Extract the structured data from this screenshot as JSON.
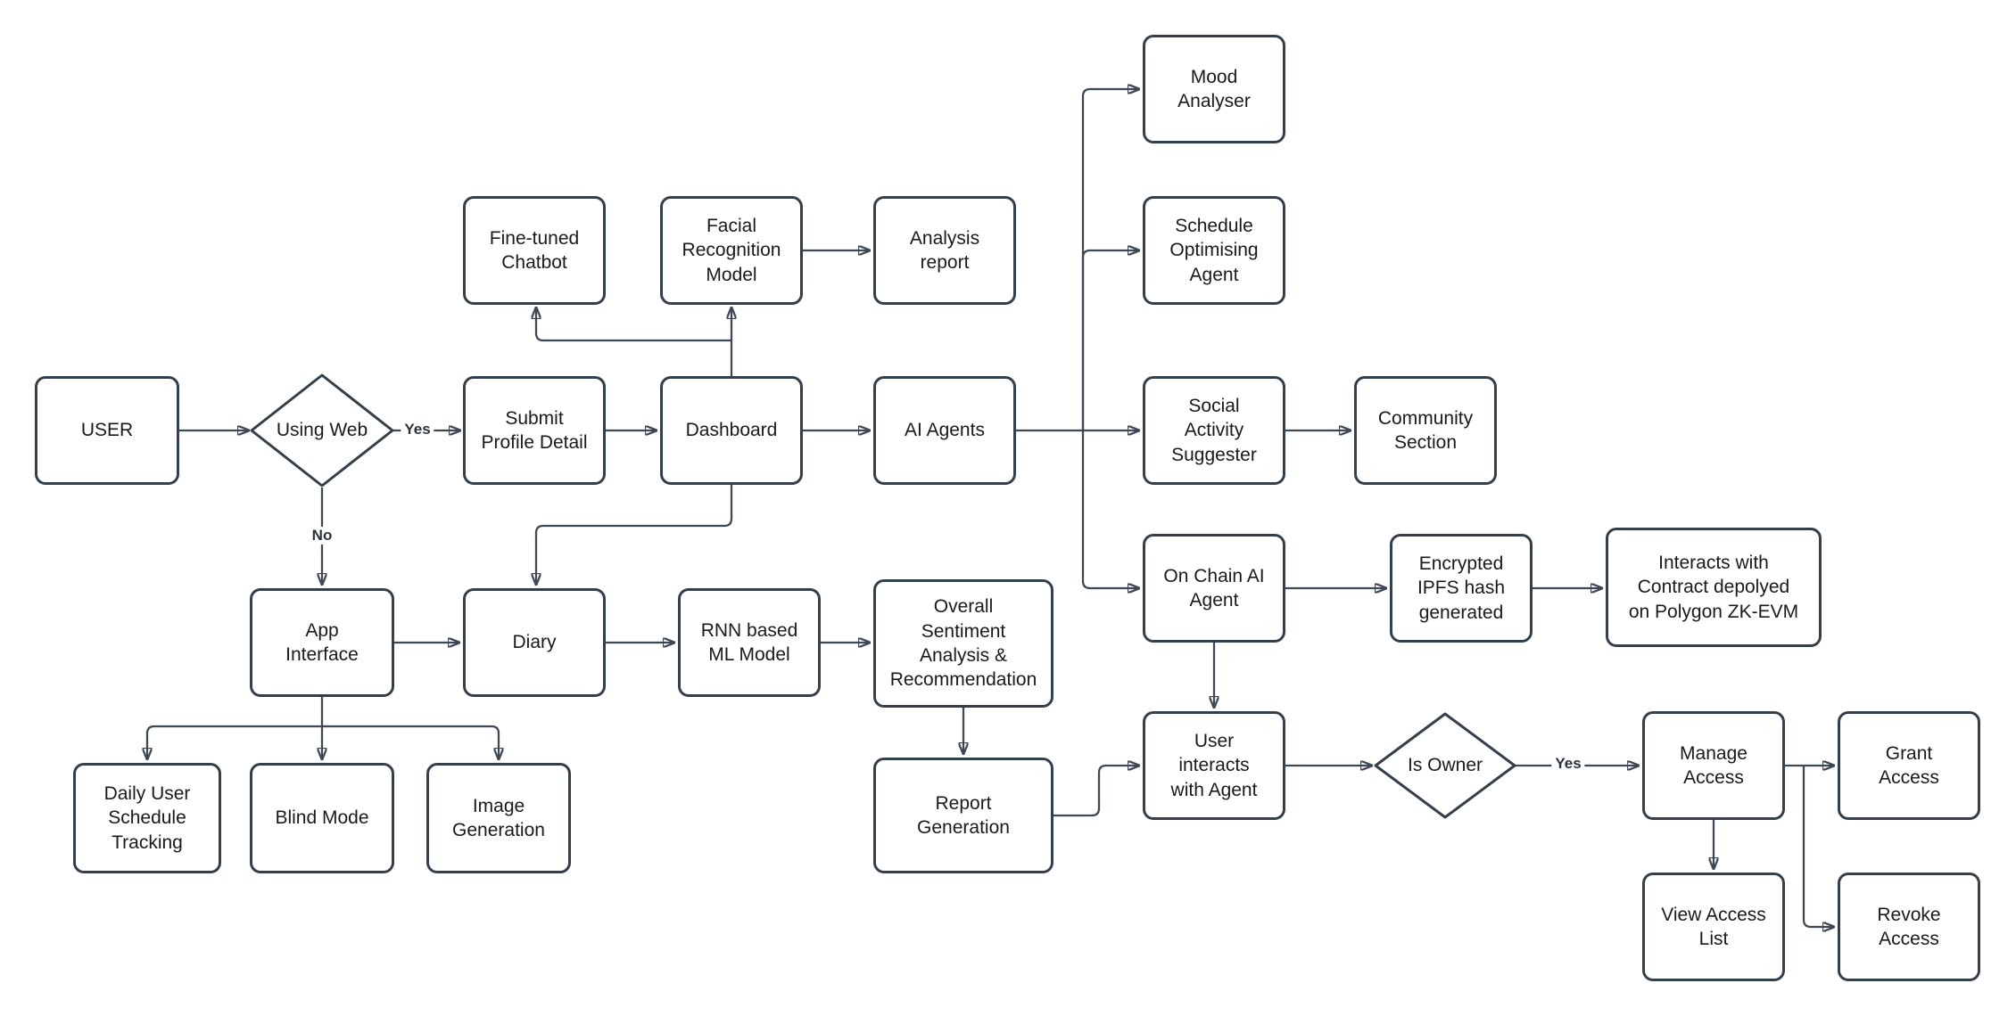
{
  "diagram": {
    "colors": {
      "node_border": "#33404B",
      "connector_line": "#3D4854",
      "text": "#1A1A1A",
      "background": "#FFFFFF"
    },
    "nodes": {
      "user": {
        "label": "USER",
        "type": "process"
      },
      "using_web": {
        "label": "Using Web",
        "type": "decision"
      },
      "submit_profile": {
        "label": "Submit\nProfile Detail",
        "type": "process"
      },
      "dashboard": {
        "label": "Dashboard",
        "type": "process"
      },
      "ai_agents": {
        "label": "AI Agents",
        "type": "process"
      },
      "fine_tuned_chatbot": {
        "label": "Fine-tuned\nChatbot",
        "type": "process"
      },
      "facial_recognition": {
        "label": "Facial\nRecognition\nModel",
        "type": "process"
      },
      "analysis_report": {
        "label": "Analysis\nreport",
        "type": "process"
      },
      "mood_analyser": {
        "label": "Mood\nAnalyser",
        "type": "process"
      },
      "schedule_optimising": {
        "label": "Schedule\nOptimising\nAgent",
        "type": "process"
      },
      "social_activity": {
        "label": "Social\nActivity\nSuggester",
        "type": "process"
      },
      "community_section": {
        "label": "Community\nSection",
        "type": "process"
      },
      "on_chain_agent": {
        "label": "On Chain AI\nAgent",
        "type": "process"
      },
      "encrypted_ipfs": {
        "label": "Encrypted\nIPFS hash\ngenerated",
        "type": "process"
      },
      "contract_polygon": {
        "label": "Interacts with\nContract depolyed\non Polygon ZK-EVM",
        "type": "process"
      },
      "app_interface": {
        "label": "App\nInterface",
        "type": "process"
      },
      "diary": {
        "label": "Diary",
        "type": "process"
      },
      "rnn_model": {
        "label": "RNN based\nML Model",
        "type": "process"
      },
      "overall_sentiment": {
        "label": "Overall\nSentiment\nAnalysis &\nRecommendation",
        "type": "process"
      },
      "daily_schedule": {
        "label": "Daily User\nSchedule\nTracking",
        "type": "process"
      },
      "blind_mode": {
        "label": "Blind Mode",
        "type": "process"
      },
      "image_generation": {
        "label": "Image\nGeneration",
        "type": "process"
      },
      "report_generation": {
        "label": "Report\nGeneration",
        "type": "process"
      },
      "user_interacts": {
        "label": "User\ninteracts\nwith Agent",
        "type": "process"
      },
      "is_owner": {
        "label": "Is Owner",
        "type": "decision"
      },
      "manage_access": {
        "label": "Manage\nAccess",
        "type": "process"
      },
      "grant_access": {
        "label": "Grant\nAccess",
        "type": "process"
      },
      "view_access_list": {
        "label": "View Access\nList",
        "type": "process"
      },
      "revoke_access": {
        "label": "Revoke\nAccess",
        "type": "process"
      }
    },
    "edge_labels": {
      "using_web_yes": "Yes",
      "using_web_no": "No",
      "is_owner_yes": "Yes"
    }
  }
}
